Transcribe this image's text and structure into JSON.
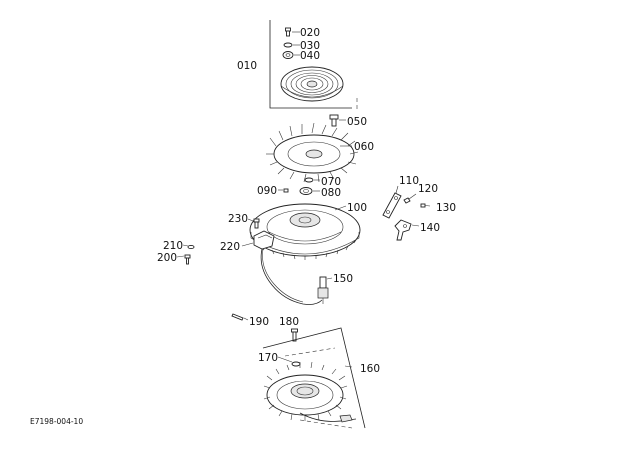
{
  "diagram": {
    "reference_code": "E7198-004-10",
    "group_label": "010",
    "callouts": {
      "p020": "020",
      "p030": "030",
      "p040": "040",
      "p050": "050",
      "p060": "060",
      "p070": "070",
      "p080": "080",
      "p090": "090",
      "p100": "100",
      "p110": "110",
      "p120": "120",
      "p130": "130",
      "p140": "140",
      "p150": "150",
      "p160": "160",
      "p170": "170",
      "p180": "180",
      "p190": "190",
      "p200": "200",
      "p210": "210",
      "p220": "220",
      "p230": "230"
    }
  }
}
